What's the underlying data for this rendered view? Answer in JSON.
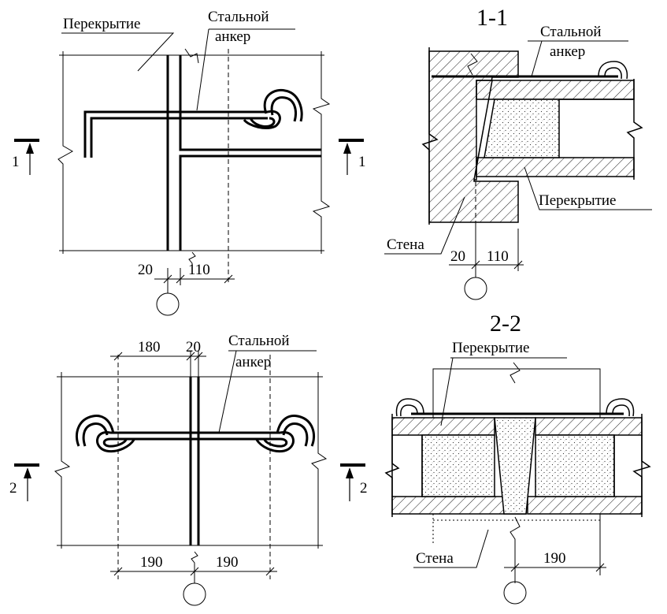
{
  "labels": {
    "floor": "Перекрытие",
    "steel_anchor_line1": "Стальной",
    "steel_anchor_line2": "анкер",
    "wall": "Стена"
  },
  "sections": {
    "s11_title": "1-1",
    "s22_title": "2-2",
    "mark1": "1",
    "mark2": "2"
  },
  "dimensions": {
    "d20": "20",
    "d110": "110",
    "d180": "180",
    "d190": "190"
  },
  "colors": {
    "line": "#000000",
    "concrete_fill": "#f6f6f6"
  }
}
